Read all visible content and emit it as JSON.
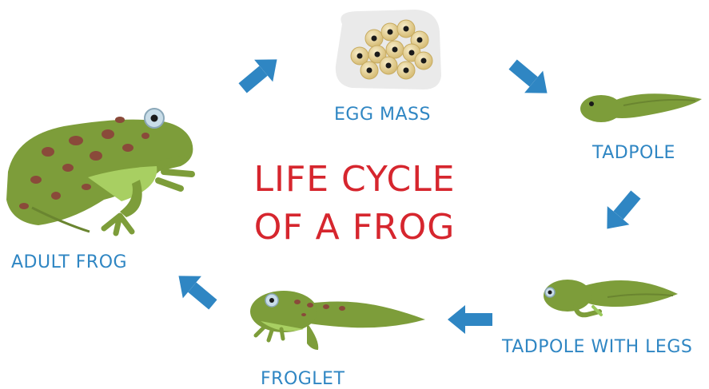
{
  "title_line1": "LIFE CYCLE",
  "title_line2": "OF A FROG",
  "stages": {
    "egg_mass": "EGG MASS",
    "tadpole": "TADPOLE",
    "tadpole_with_legs": "TADPOLE WITH LEGS",
    "froglet": "FROGLET",
    "adult_frog": "ADULT FROG"
  },
  "colors": {
    "label_blue": "#2f86c3",
    "title_red": "#d6262e",
    "arrow_blue": "#2f86c3",
    "frog_green": "#7d9d3a",
    "spot_brown": "#8a4a3a"
  }
}
